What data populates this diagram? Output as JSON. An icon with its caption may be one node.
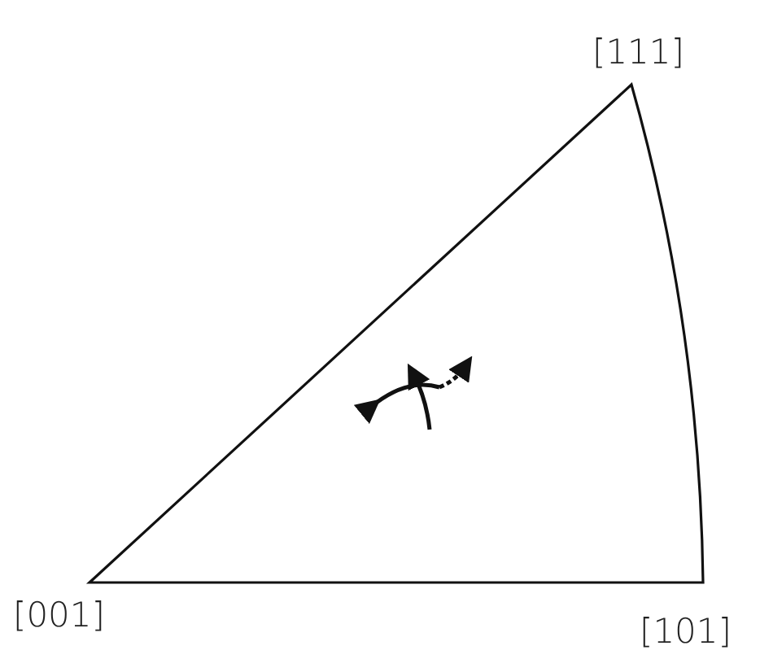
{
  "diagram": {
    "labels": [
      "[111]",
      "[001]",
      "[101]"
    ]
  }
}
